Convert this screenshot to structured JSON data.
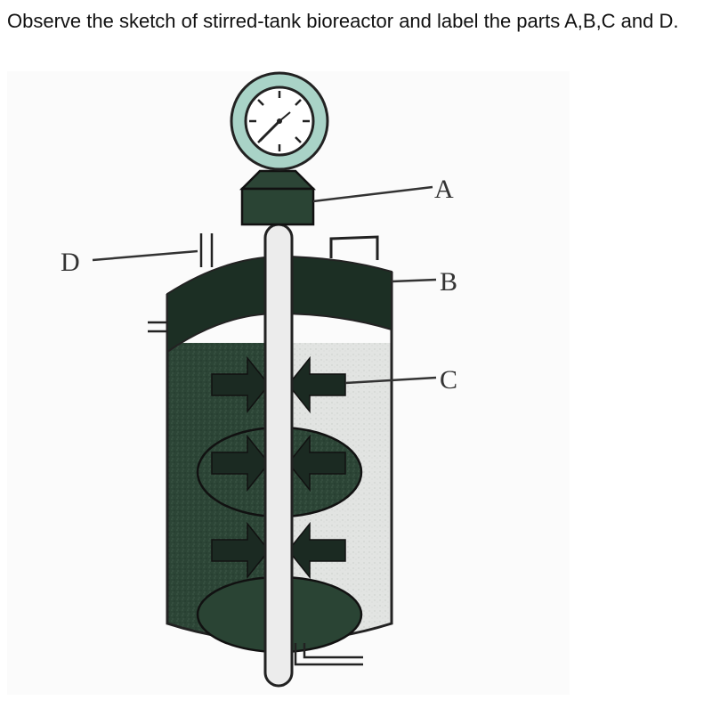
{
  "question": {
    "text": "Observe the sketch of stirred-tank bioreactor and label the parts A,B,C and D."
  },
  "diagram": {
    "labels": {
      "a": "A",
      "b": "B",
      "c": "C",
      "d": "D"
    },
    "colors": {
      "tank_dark": "#1f3328",
      "tank_mid": "#2f4a3a",
      "tank_light": "#e4e6e4",
      "gauge_ring": "#a9d3c7",
      "outline": "#222222"
    }
  }
}
